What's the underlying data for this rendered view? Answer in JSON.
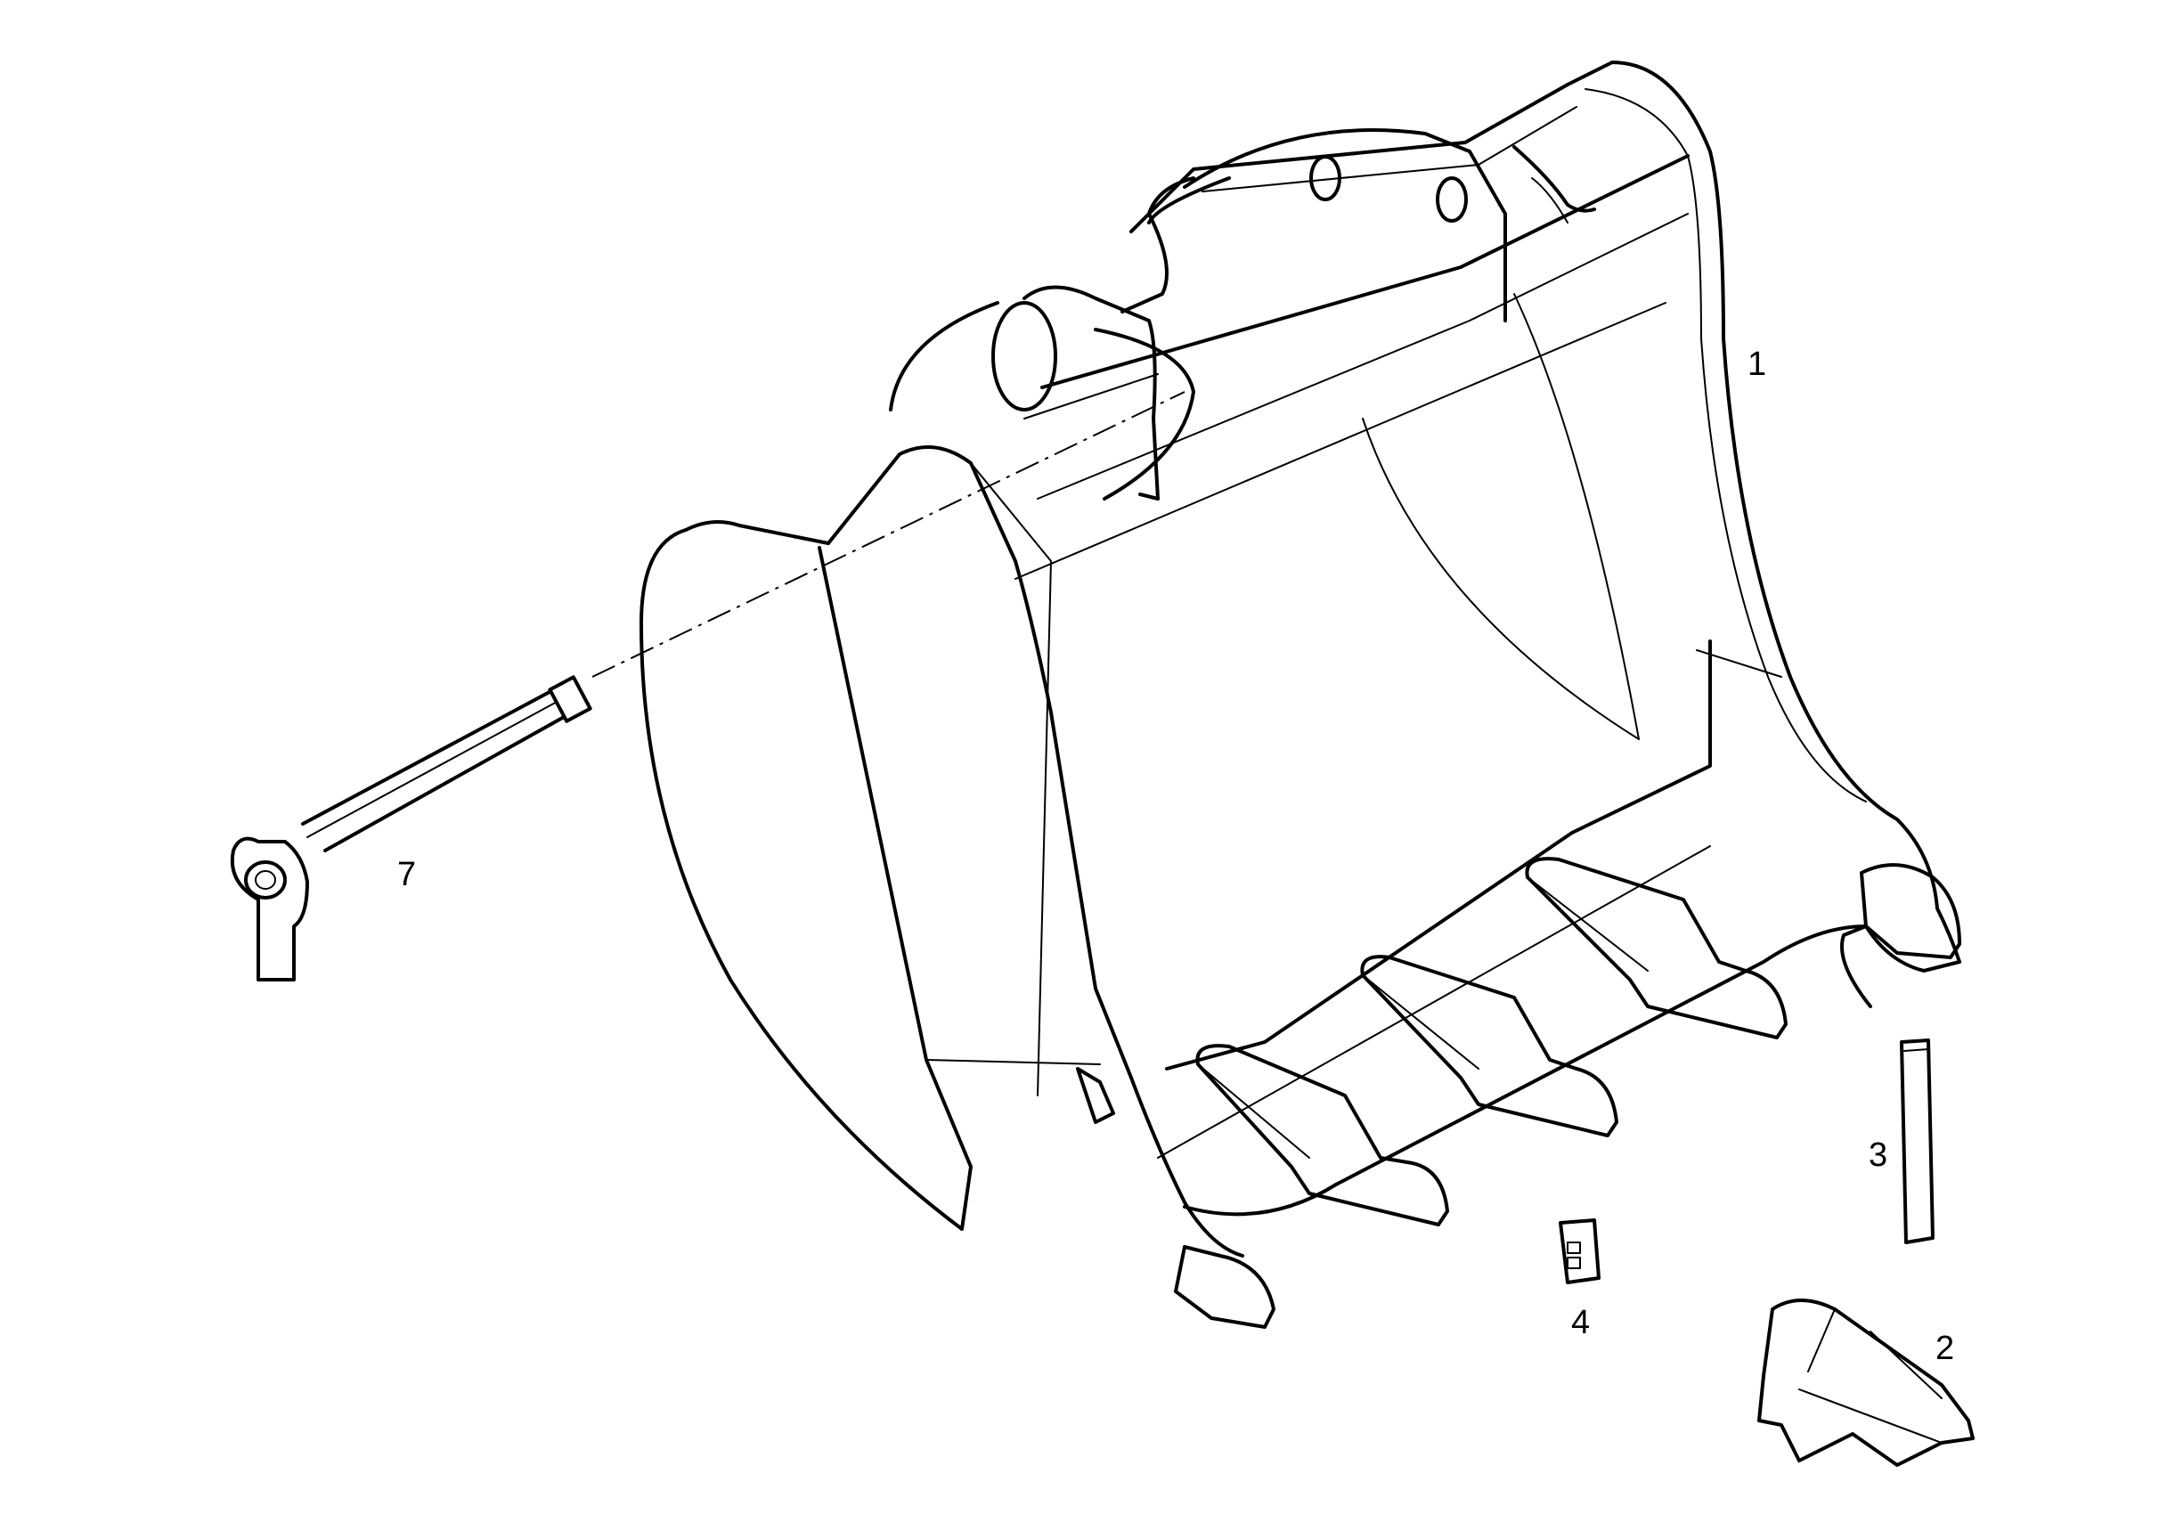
{
  "callouts": {
    "bucket": "1",
    "tooth": "2",
    "locking_pin": "3",
    "retainer": "4",
    "pin": "7"
  },
  "colors": {
    "line": "#000000",
    "background": "#ffffff"
  }
}
